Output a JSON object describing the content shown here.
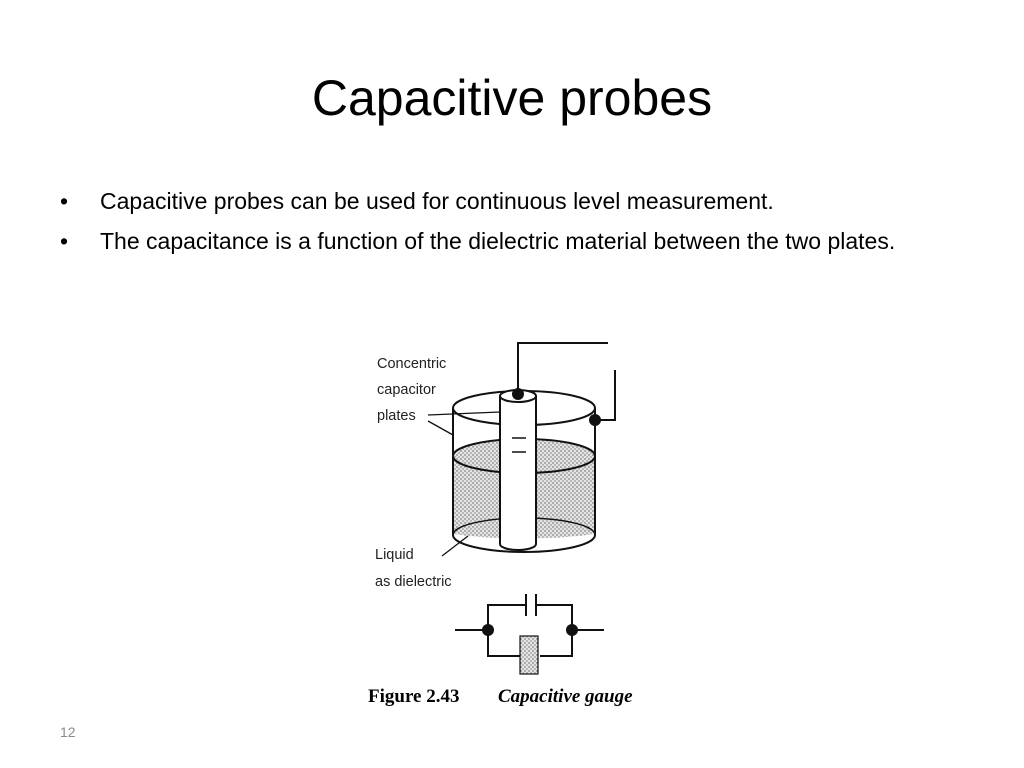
{
  "slide": {
    "title": "Capacitive probes",
    "bullets": [
      "Capacitive probes can be used for continuous level measurement.",
      "The capacitance is a function of the dielectric material between the two plates."
    ],
    "bullet_glyph": "•",
    "slide_number": "12"
  },
  "figure": {
    "labels": {
      "plates_line1": "Concentric",
      "plates_line2": "capacitor",
      "plates_line3": "plates",
      "liquid_line1": "Liquid",
      "liquid_line2": "as dielectric"
    },
    "caption_number": "Figure 2.43",
    "caption_text": "Capacitive gauge"
  }
}
